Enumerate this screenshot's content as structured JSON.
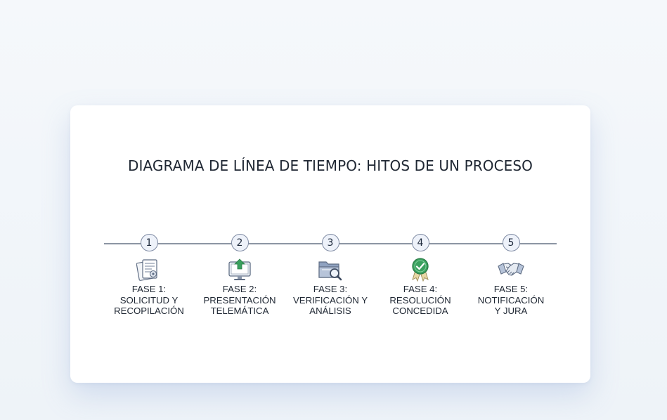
{
  "title": "DIAGRAMA DE LÍNEA DE TIEMPO: HITOS DE UN PROCESO",
  "milestones": [
    {
      "number": "1",
      "icon": "documents-icon",
      "label_lines": [
        "FASE 1:",
        "SOLICITUD Y",
        "RECOPILACIÓN"
      ]
    },
    {
      "number": "2",
      "icon": "monitor-upload-icon",
      "label_lines": [
        "FASE 2:",
        "PRESENTACIÓN",
        "TELEMÁTICA"
      ]
    },
    {
      "number": "3",
      "icon": "folder-search-icon",
      "label_lines": [
        "FASE 3:",
        "VERIFICACIÓN Y",
        "ANÁLISIS"
      ]
    },
    {
      "number": "4",
      "icon": "award-check-icon",
      "label_lines": [
        "FASE 4:",
        "RESOLUCIÓN",
        "CONCEDIDA"
      ]
    },
    {
      "number": "5",
      "icon": "handshake-icon",
      "label_lines": [
        "FASE 5:",
        "NOTIFICACIÓN",
        "Y JURA"
      ]
    }
  ],
  "colors": {
    "line": "#8c95a3",
    "badge_fill": "#eef2fa",
    "badge_border": "#7f8ba3",
    "accent_green": "#3aa05e",
    "icon_blue": "#7f95b8",
    "text": "#1f2733"
  }
}
